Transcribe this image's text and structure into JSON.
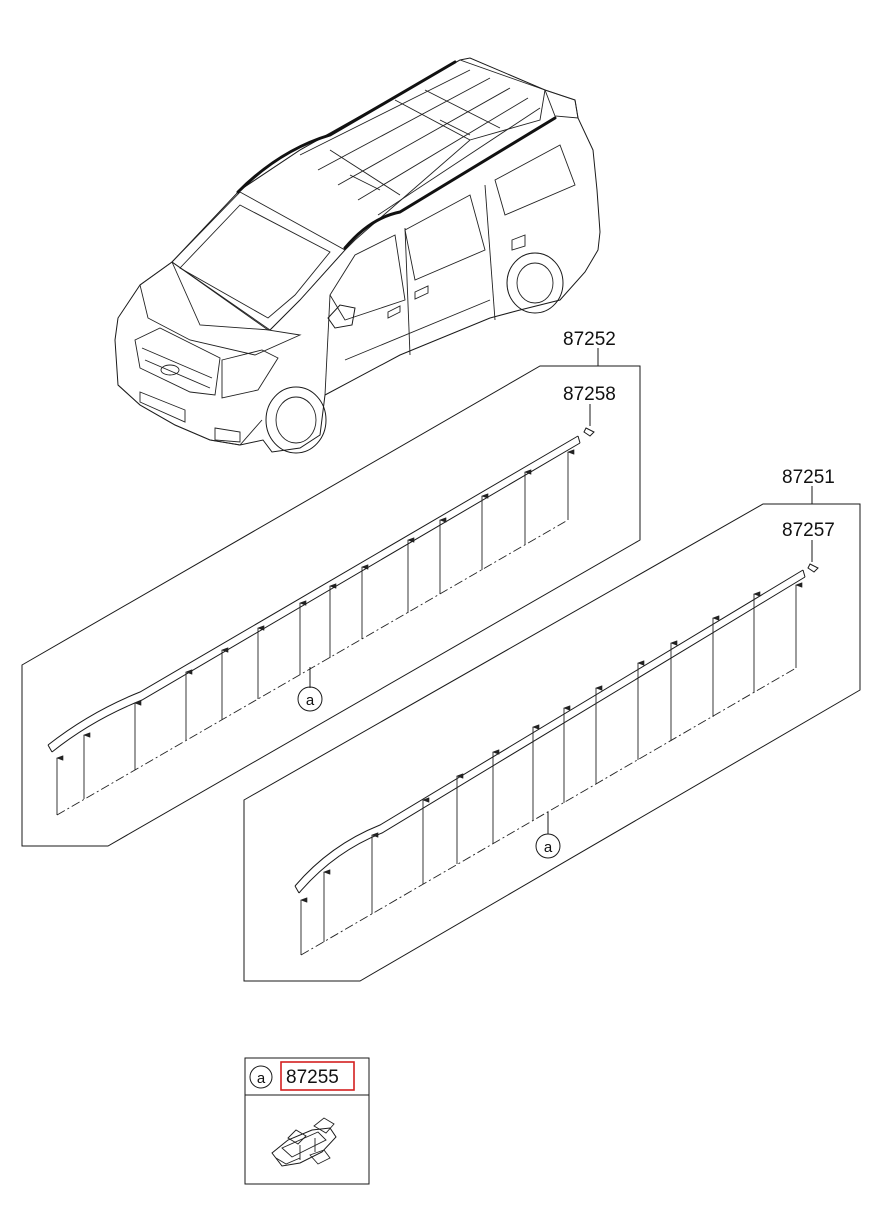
{
  "diagram": {
    "parts": [
      {
        "number": "87252"
      },
      {
        "number": "87258"
      },
      {
        "number": "87251"
      },
      {
        "number": "87257"
      }
    ],
    "reference": {
      "symbol": "a"
    },
    "detail_box": {
      "symbol": "a",
      "part_number": "87255",
      "highlight_color": "#d42020"
    }
  }
}
